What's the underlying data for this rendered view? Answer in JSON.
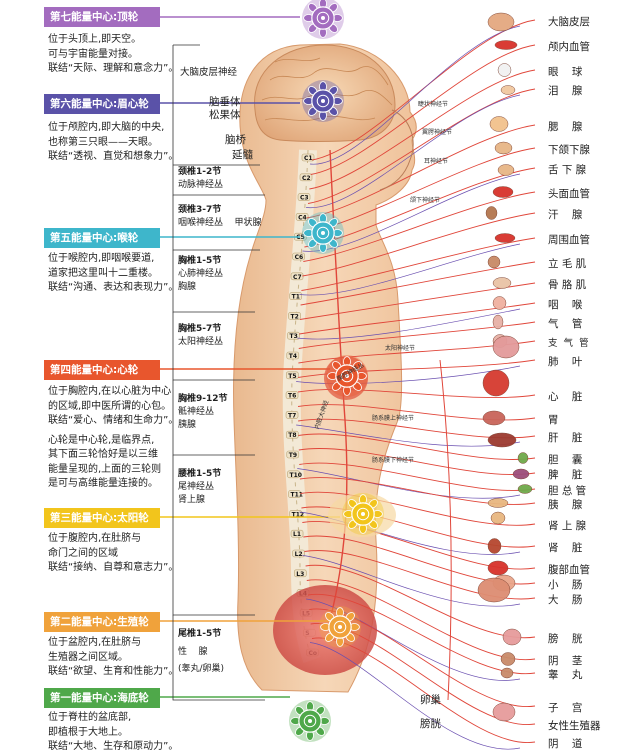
{
  "colors": {
    "crown": "#a36cbf",
    "third_eye": "#5a52a8",
    "throat": "#3eb6cb",
    "heart": "#e8562d",
    "solar": "#f2c51c",
    "sacral": "#f0a23b",
    "root": "#4fa84a",
    "nerve": "#e0463a",
    "sympathetic": "#6a4fb0"
  },
  "chakras": [
    {
      "title": "第七能量中心:顶轮",
      "lines": [
        "位于头顶上,即天空。",
        "可与宇宙能量对接。",
        "联结“天际、理解和意念力”。"
      ]
    },
    {
      "title": "第六能量中心:眉心轮",
      "lines": [
        "位于颅腔内,即大脑的中央,",
        "也称第三只眼——天眼。",
        "联结“透视、直觉和想象力”。"
      ]
    },
    {
      "title": "第五能量中心:喉轮",
      "lines": [
        "位于喉腔内,即咽喉要道,",
        "道家把这里叫十二重楼。",
        "联结“沟通、表达和表现力”。"
      ]
    },
    {
      "title": "第四能量中心:心轮",
      "lines": [
        "位于胸腔内,在以心脏为中心",
        "的区域,即中医所谓的心包。",
        "联结“爱心、情绪和生命力”。",
        "心轮是中心轮,是临界点,",
        "其下面三轮恰好是以三维",
        "能量呈现的,上面的三轮则",
        "是可与高维能量连接的。"
      ]
    },
    {
      "title": "第三能量中心:太阳轮",
      "lines": [
        "位于腹腔内,在肚脐与",
        "命门之间的区域",
        "联结“接纳、自尊和意志力”。"
      ]
    },
    {
      "title": "第二能量中心:生殖轮",
      "lines": [
        "位于盆腔内,在肚脐与",
        "生殖器之间区域。",
        "联结“欲望、生育和性能力”。"
      ]
    },
    {
      "title": "第一能量中心:海底轮",
      "lines": [
        "位于脊柱的盆底部,",
        "即植根于大地上。",
        "联结“大地、生存和原动力”。"
      ]
    }
  ],
  "brain_labels": {
    "cortex": "大脑皮层神经",
    "pituitary": "脑垂体",
    "pineal": "松果体",
    "pons": "脑桥",
    "medulla": "延髓"
  },
  "spinal_segments": [
    {
      "title": "颈椎1-2节",
      "items": [
        "动脉神经丛"
      ]
    },
    {
      "title": "颈椎3-7节",
      "items": [
        "咽喉神经丛    甲状腺"
      ]
    },
    {
      "title": "胸椎1-5节",
      "items": [
        "心肺神经丛",
        "胸腺"
      ]
    },
    {
      "title": "胸椎5-7节",
      "items": [
        "太阳神经丛"
      ]
    },
    {
      "title": "胸椎9-12节",
      "items": [
        "骶神经丛",
        "胰腺"
      ]
    },
    {
      "title": "腰椎1-5节",
      "items": [
        "尾神经丛",
        "肾上腺"
      ]
    },
    {
      "title": "尾椎1-5节",
      "items": [
        "性    腺",
        "(睾丸/卵巢)"
      ]
    }
  ],
  "vertebrae": [
    "C1",
    "C2",
    "C3",
    "C4",
    "C5",
    "C6",
    "C7",
    "T1",
    "T2",
    "T3",
    "T4",
    "T5",
    "T6",
    "T7",
    "T8",
    "T9",
    "T10",
    "T11",
    "T12",
    "L1",
    "L2",
    "L3",
    "L4",
    "L5",
    "S",
    "Co"
  ],
  "ganglia": [
    "睫状神经节",
    "翼腭神经节",
    "耳神经节",
    "颌下神经节",
    "太阳神经节",
    "腹腔神经丛",
    "肠系膜上神经节",
    "肠系膜下神经节",
    "内脏大神经"
  ],
  "organs": [
    "大脑皮层",
    "颅内血管",
    "眼    球",
    "泪    腺",
    "腮    腺",
    "下颌下腺",
    "舌 下 腺",
    "头面血管",
    "汗    腺",
    "周围血管",
    "立 毛 肌",
    "骨 胳 肌",
    "咽    喉",
    "气    管",
    "支  气  管",
    "肺    叶",
    "心    脏",
    "胃",
    "肝    脏",
    "胆    囊",
    "脾    脏",
    "胆 总 管",
    "胰    腺",
    "肾 上 腺",
    "肾    脏",
    "腹部血管",
    "小    肠",
    "大    肠",
    "膀    胱",
    "阴    茎",
    "睾    丸",
    "子    宫",
    "女性生殖器",
    "阴    道"
  ],
  "repro_labels": {
    "ovary": "卵巢",
    "bladder": "膀胱"
  }
}
